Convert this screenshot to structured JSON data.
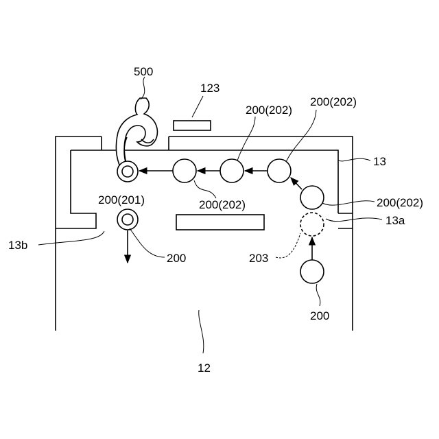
{
  "labels": {
    "ref_500": "500",
    "ref_123": "123",
    "ref_200_202_a": "200(202)",
    "ref_200_202_b": "200(202)",
    "ref_13": "13",
    "ref_200_201": "200(201)",
    "ref_200_202_c": "200(202)",
    "ref_200_202_d": "200(202)",
    "ref_13a": "13a",
    "ref_13b": "13b",
    "ref_200_exit": "200",
    "ref_203": "203",
    "ref_200_entry": "200",
    "ref_12": "12"
  }
}
